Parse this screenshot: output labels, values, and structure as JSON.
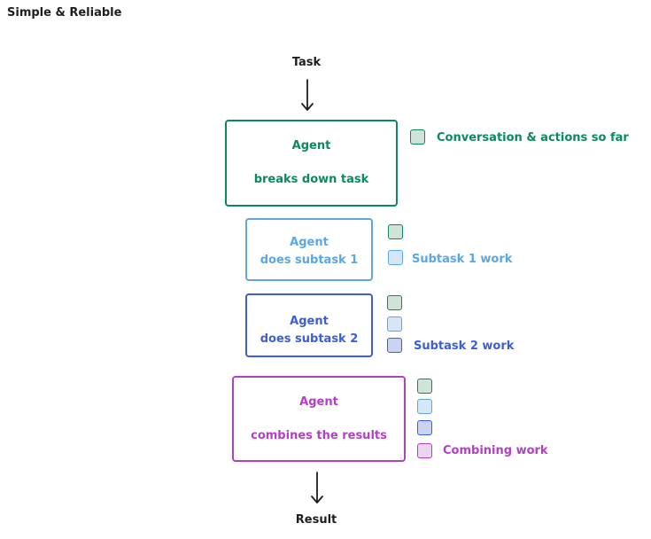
{
  "title": "Simple & Reliable",
  "start_label": "Task",
  "end_label": "Result",
  "colors": {
    "green": "#0b8a5e",
    "green_fill": "#cfe3d9",
    "light_blue": "#5aa6e6",
    "light_blue_fill": "#d5e7f7",
    "blue": "#3d5ed6",
    "blue_fill": "#c9d3f2",
    "purple": "#b43fc7",
    "purple_fill": "#ecd3ef"
  },
  "steps": [
    {
      "line1": "Agent",
      "line2": "breaks down task"
    },
    {
      "line1": "Agent",
      "line2": "does subtask 1"
    },
    {
      "line1": "Agent",
      "line2": "does subtask 2"
    },
    {
      "line1": "Agent",
      "line2": "combines the results"
    }
  ],
  "context_labels": {
    "conversation": "Conversation & actions so far",
    "subtask1": "Subtask 1 work",
    "subtask2": "Subtask 2 work",
    "combining": "Combining work"
  }
}
